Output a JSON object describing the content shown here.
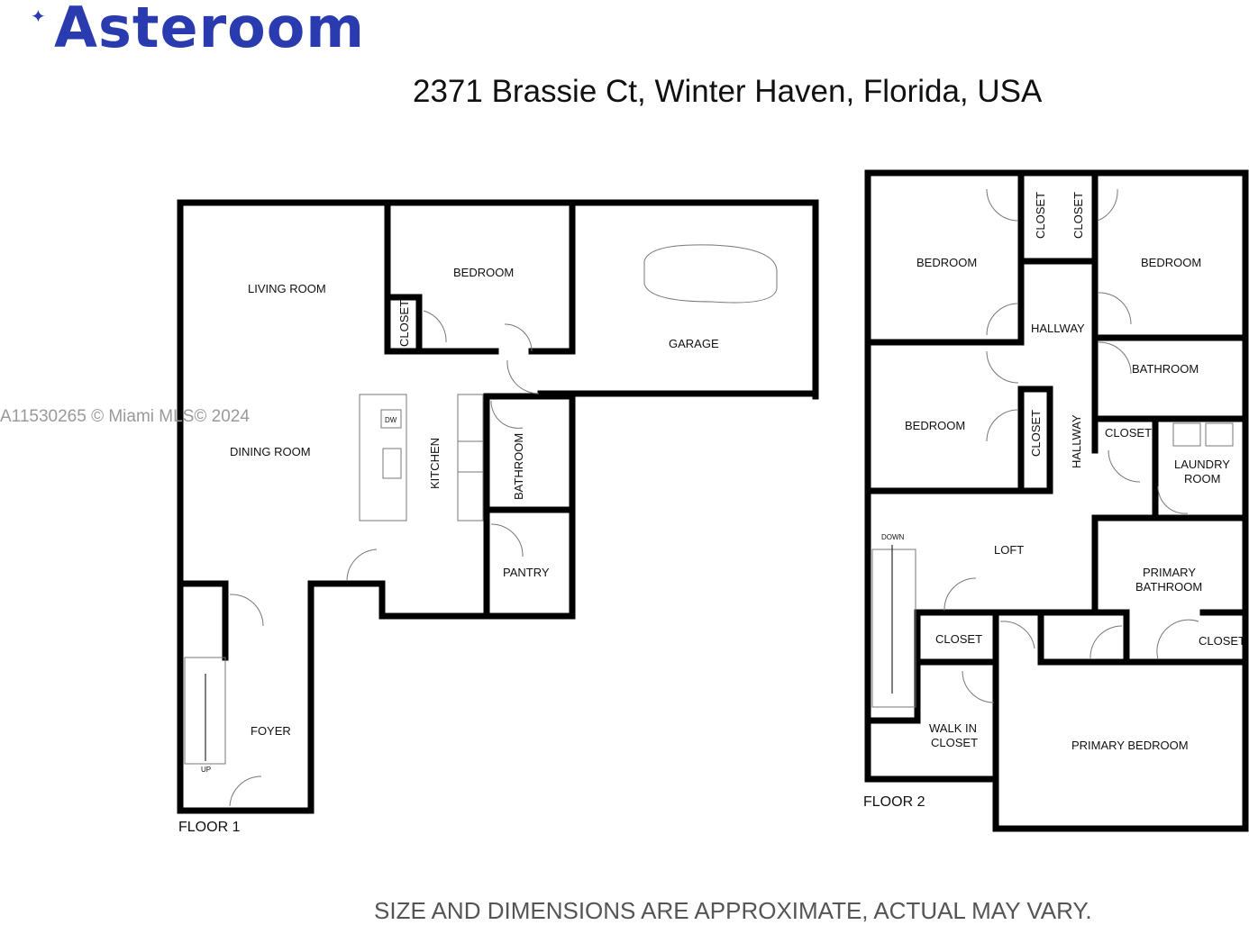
{
  "brand": {
    "logo": "Asteroom",
    "color": "#2a3bb0"
  },
  "address": "2371 Brassie Ct, Winter Haven, Florida, USA",
  "watermark": "A11530265 © Miami MLS© 2024",
  "disclaimer": "SIZE AND DIMENSIONS ARE APPROXIMATE, ACTUAL MAY VARY.",
  "floor1": {
    "label": "FLOOR 1",
    "rooms": {
      "living_room": "LIVING ROOM",
      "bedroom": "BEDROOM",
      "closet": "CLOSET",
      "garage": "GARAGE",
      "dining_room": "DINING ROOM",
      "kitchen": "KITCHEN",
      "bathroom": "BATHROOM",
      "pantry": "PANTRY",
      "foyer": "FOYER"
    },
    "fixtures": {
      "dishwasher": "DW",
      "stairs": "UP"
    }
  },
  "floor2": {
    "label": "FLOOR 2",
    "rooms": {
      "bedroom_nw": "BEDROOM",
      "closet_1": "CLOSET",
      "closet_2": "CLOSET",
      "bedroom_ne": "BEDROOM",
      "hallway_1": "HALLWAY",
      "bathroom": "BATHROOM",
      "bedroom_w": "BEDROOM",
      "closet_3": "CLOSET",
      "hallway_2": "HALLWAY",
      "closet_4": "CLOSET",
      "laundry_1": "LAUNDRY",
      "laundry_2": "ROOM",
      "loft": "LOFT",
      "primary_bath_1": "PRIMARY",
      "primary_bath_2": "BATHROOM",
      "closet_5": "CLOSET",
      "closet_6": "CLOSET",
      "walk_in_1": "WALK IN",
      "walk_in_2": "CLOSET",
      "primary_bedroom": "PRIMARY BEDROOM"
    },
    "fixtures": {
      "stairs": "DOWN"
    }
  }
}
